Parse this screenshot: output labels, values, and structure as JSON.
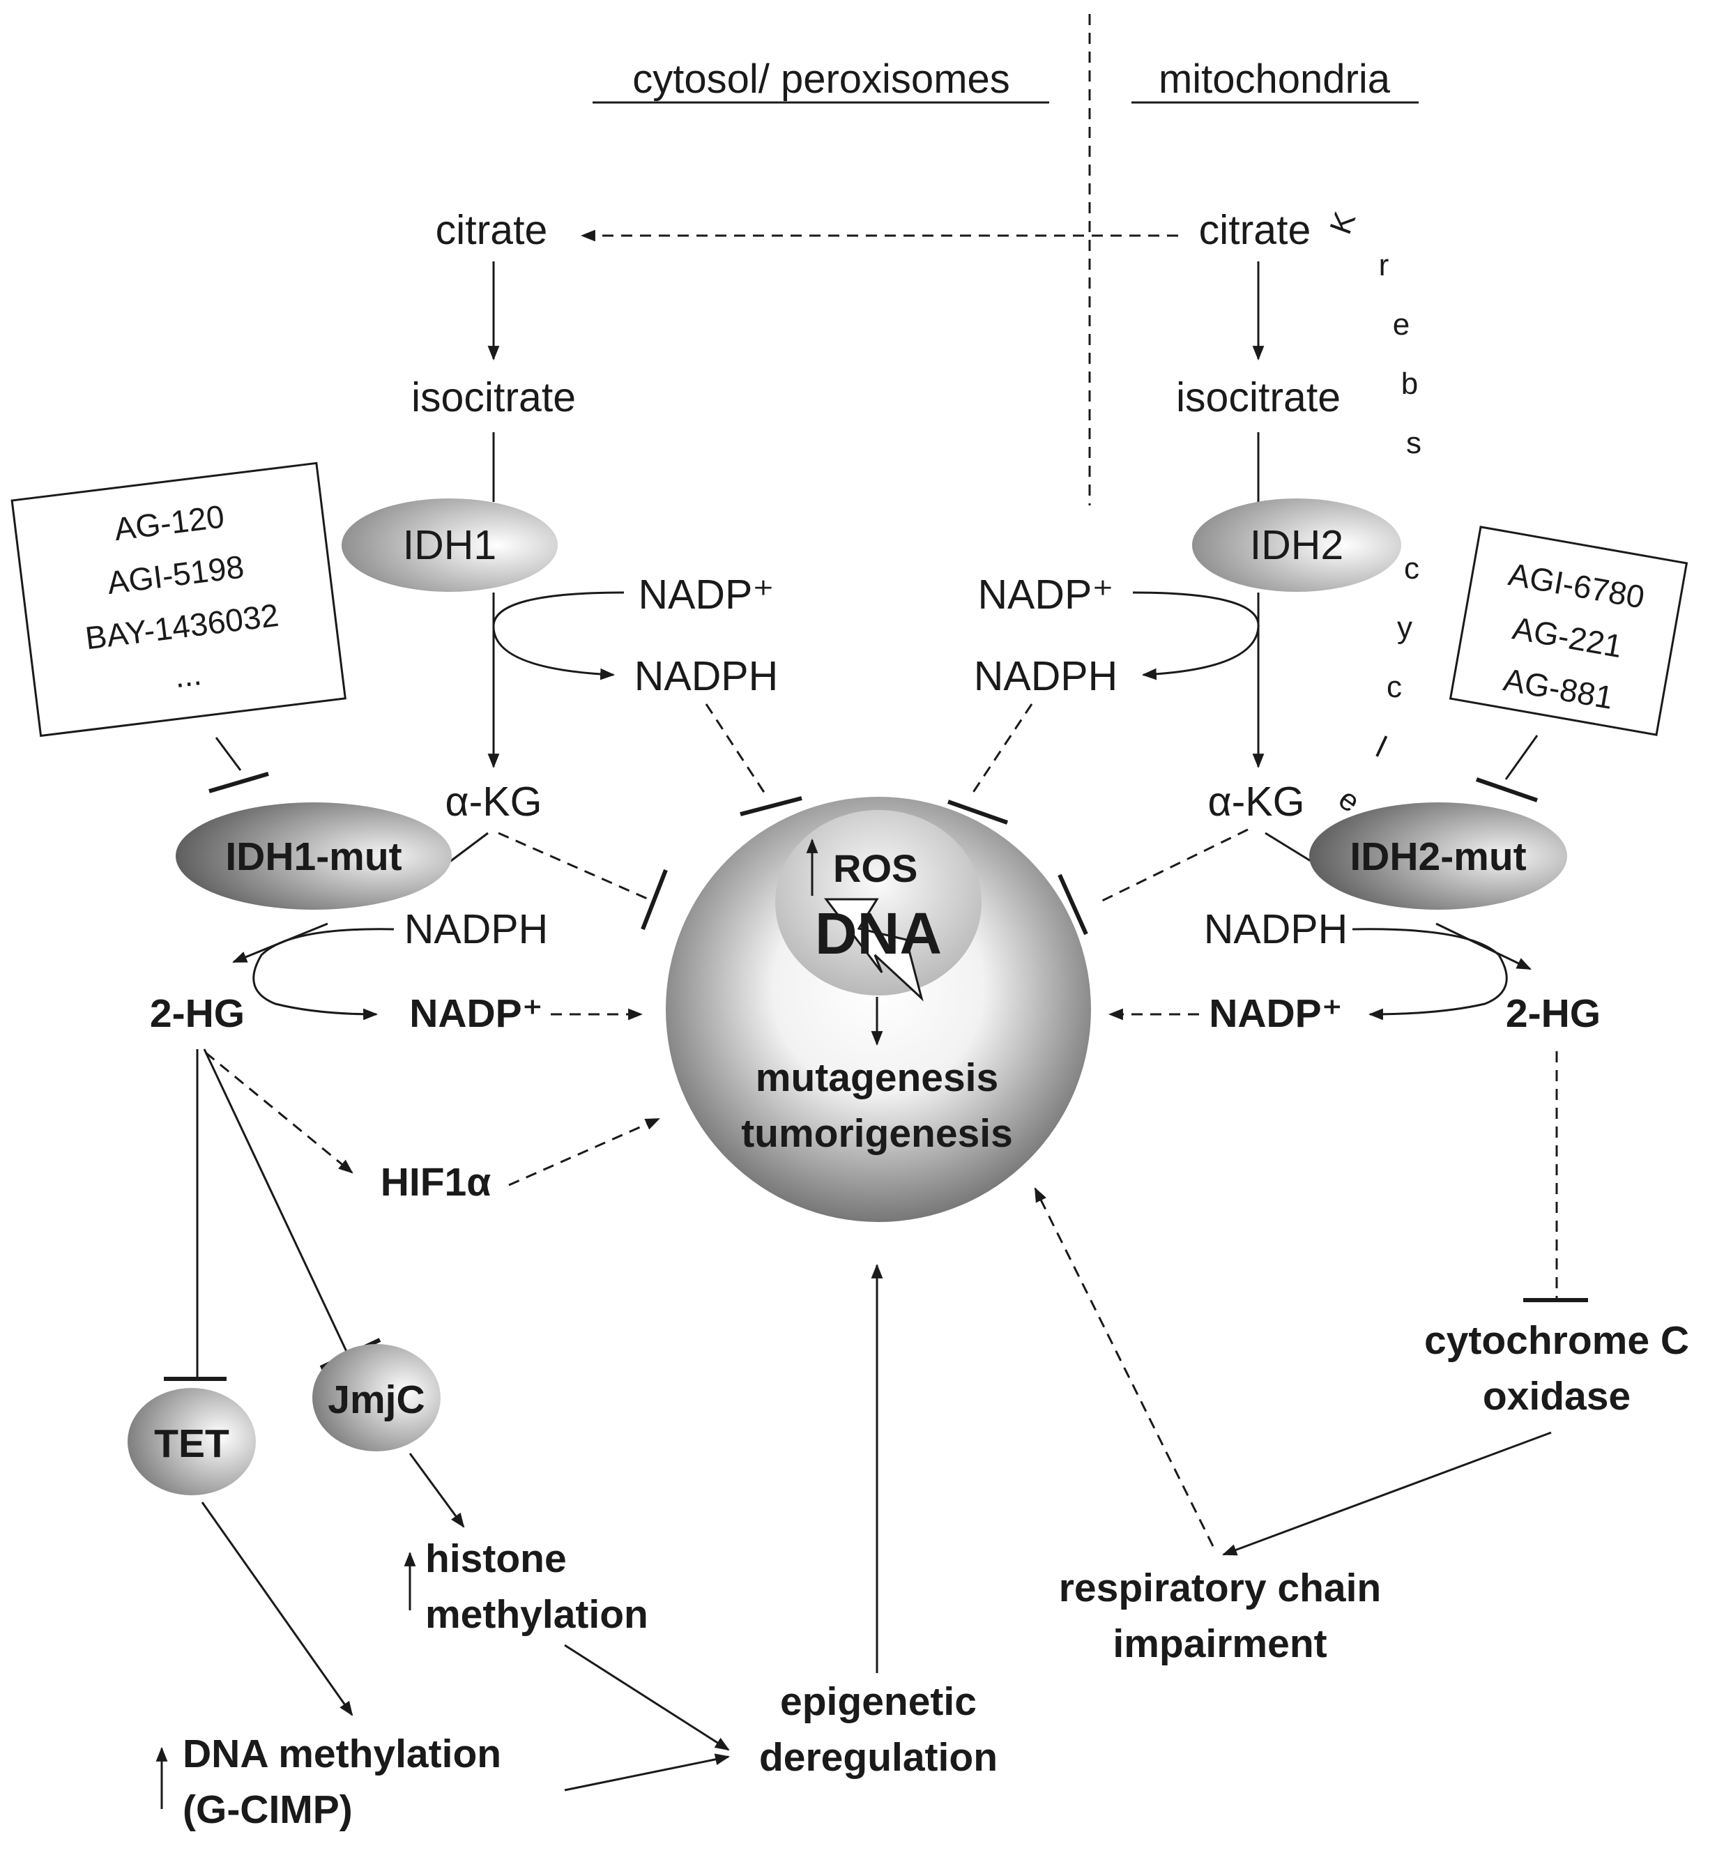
{
  "compartments": {
    "cytosol": "cytosol/ peroxisomes",
    "mitochondria": "mitochondria"
  },
  "krebs_cycle_letters": [
    "K",
    "r",
    "e",
    "b",
    "s",
    "c",
    "y",
    "c",
    "l",
    "e"
  ],
  "cytosol": {
    "citrate": "citrate",
    "isocitrate": "isocitrate",
    "enzyme": "IDH1",
    "cofactor_in": "NADP⁺",
    "cofactor_out": "NADPH",
    "akg": "α-KG",
    "mutant": "IDH1-mut",
    "mut_cofactor_in": "NADPH",
    "mut_cofactor_out": "NADP⁺",
    "product": "2-HG",
    "inhibitors": [
      "AG-120",
      "AGI-5198",
      "BAY-1436032",
      "..."
    ]
  },
  "mito": {
    "citrate": "citrate",
    "isocitrate": "isocitrate",
    "enzyme": "IDH2",
    "cofactor_in": "NADP⁺",
    "cofactor_out": "NADPH",
    "akg": "α-KG",
    "mutant": "IDH2-mut",
    "mut_cofactor_in": "NADPH",
    "mut_cofactor_out": "NADP⁺",
    "product": "2-HG",
    "inhibitors": [
      "AGI-6780",
      "AG-221",
      "AG-881"
    ]
  },
  "center": {
    "ros": "ROS",
    "dna": "DNA",
    "outcome_line1": "mutagenesis",
    "outcome_line2": "tumorigenesis"
  },
  "targets": {
    "hif": "HIF1α",
    "tet": "TET",
    "jmjc": "JmjC",
    "histone_line1": "histone",
    "histone_line2": "methylation",
    "dnameth_line1": "DNA methylation",
    "dnameth_line2": "(G-CIMP)",
    "epi_line1": "epigenetic",
    "epi_line2": "deregulation",
    "cox_line1": "cytochrome C",
    "cox_line2": "oxidase",
    "resp_line1": "respiratory chain",
    "resp_line2": "impairment"
  },
  "colors": {
    "ink": "#1a1a1a",
    "ellipse_light": "#f2f2f2",
    "ellipse_dark": "#6e6e6e",
    "sphere_light": "#ffffff",
    "sphere_dark": "#5a5a5a"
  }
}
